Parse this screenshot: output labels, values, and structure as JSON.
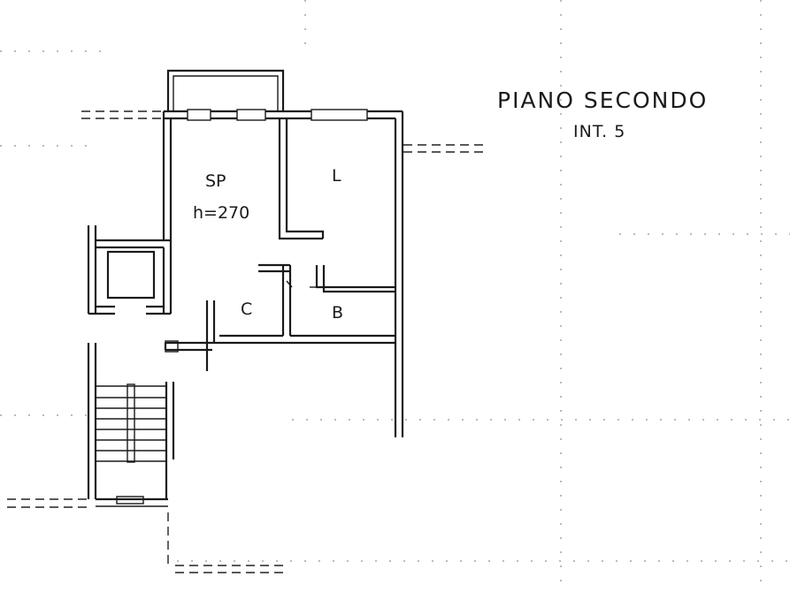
{
  "floor_title": "PIANO SECONDO",
  "unit_label": "INT. 5",
  "rooms": {
    "sp": {
      "name": "SP",
      "height_note": "h=270"
    },
    "l": {
      "name": "L"
    },
    "c": {
      "name": "C"
    },
    "b": {
      "name": "B"
    }
  }
}
